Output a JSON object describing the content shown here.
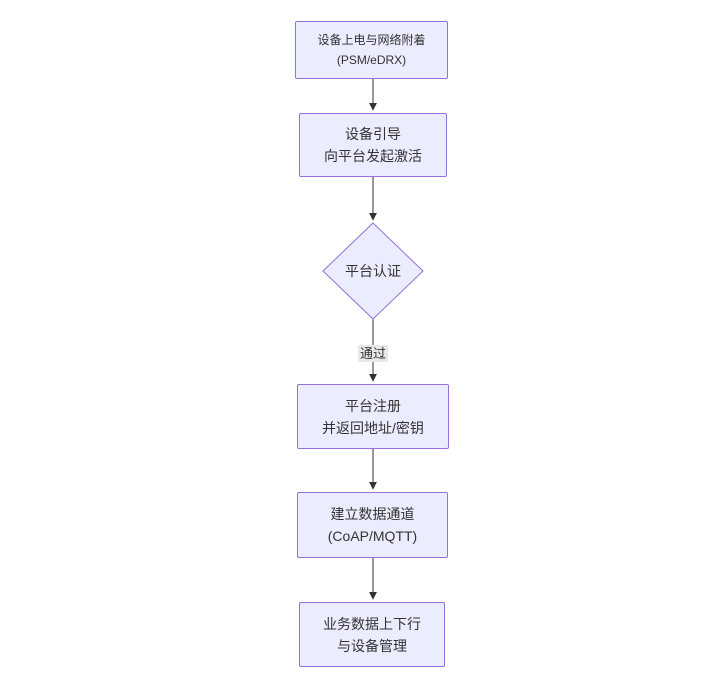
{
  "diagram": {
    "type": "flowchart",
    "direction": "top-to-bottom",
    "nodes": {
      "power_attach": {
        "shape": "rect",
        "lines": [
          "设备上电与网络附着",
          "(PSM/eDRX)"
        ]
      },
      "bootstrap": {
        "shape": "rect",
        "lines": [
          "设备引导",
          "向平台发起激活"
        ]
      },
      "auth": {
        "shape": "diamond",
        "lines": [
          "平台认证"
        ]
      },
      "register": {
        "shape": "rect",
        "lines": [
          "平台注册",
          "并返回地址/密钥"
        ]
      },
      "channel": {
        "shape": "rect",
        "lines": [
          "建立数据通道",
          "(CoAP/MQTT)"
        ]
      },
      "business": {
        "shape": "rect",
        "lines": [
          "业务数据上下行",
          "与设备管理"
        ]
      }
    },
    "edge_labels": {
      "auth_to_register": "通过"
    },
    "colors": {
      "node_fill": "#ECECFF",
      "node_border": "#9370DB",
      "edge_color": "#333333",
      "edge_label_bg": "#E8E8E8",
      "text_color": "#333333",
      "background": "#FFFFFF"
    }
  }
}
